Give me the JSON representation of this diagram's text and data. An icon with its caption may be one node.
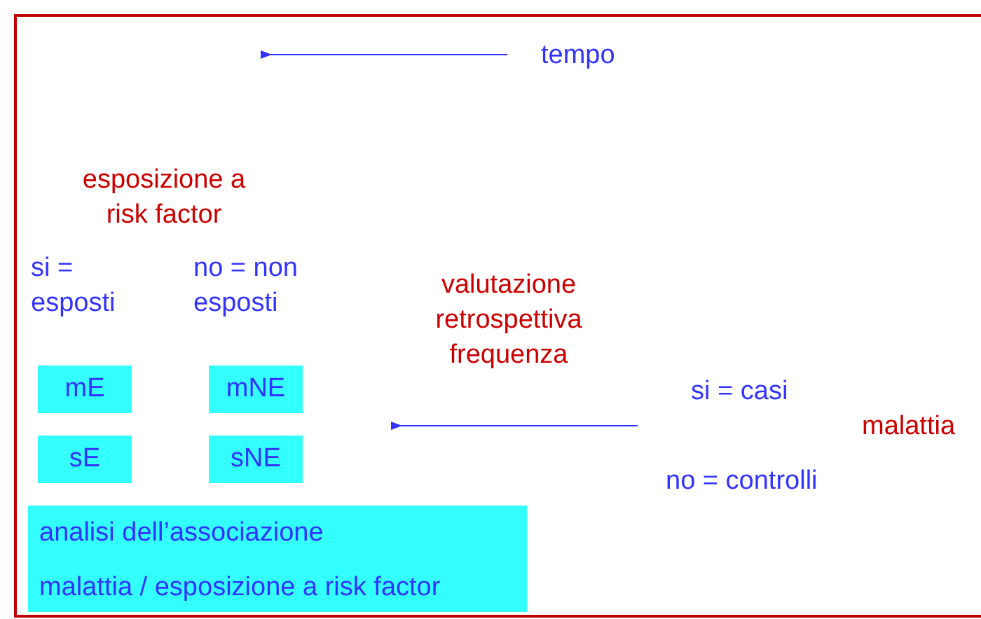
{
  "diagram": {
    "nodes": [
      {
        "text": [
          "mE"
        ]
      },
      {
        "text": [
          "mNE"
        ]
      },
      {
        "text": [
          "sE"
        ]
      },
      {
        "text": [
          "sNE"
        ]
      },
      {
        "text": [
          "analisi dell’associazione",
          "malattia / esposizione a risk factor"
        ]
      }
    ],
    "labels": [
      "tempo",
      "esposizione a risk factor",
      "si = esposti",
      "no = non esposti",
      "valutazione retrospettiva frequenza",
      "si = casi",
      "malattia",
      "no = controlli"
    ]
  }
}
